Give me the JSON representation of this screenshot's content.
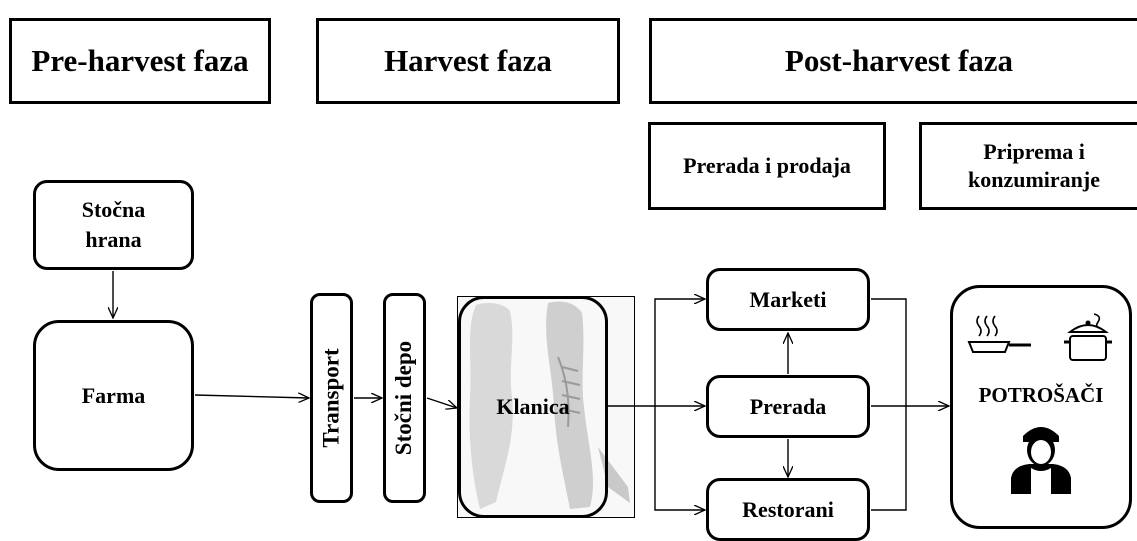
{
  "phases": {
    "pre_harvest": "Pre-harvest faza",
    "harvest": "Harvest faza",
    "post_harvest": "Post-harvest faza"
  },
  "sub_phases": {
    "processing_sales": "Prerada i prodaja",
    "preparation_consumption": "Priprema i konzumiranje"
  },
  "nodes": {
    "feed": "Stočna hrana",
    "farm": "Farma",
    "transport": "Transport",
    "depot": "Stočni depo",
    "slaughterhouse": "Klanica",
    "markets": "Marketi",
    "processing": "Prerada",
    "restaurants": "Restorani",
    "consumers": "POTROŠAČI"
  },
  "icons": [
    "frying-pan-icon",
    "cooking-pot-icon",
    "chef-icon",
    "meat-carcass-image"
  ]
}
